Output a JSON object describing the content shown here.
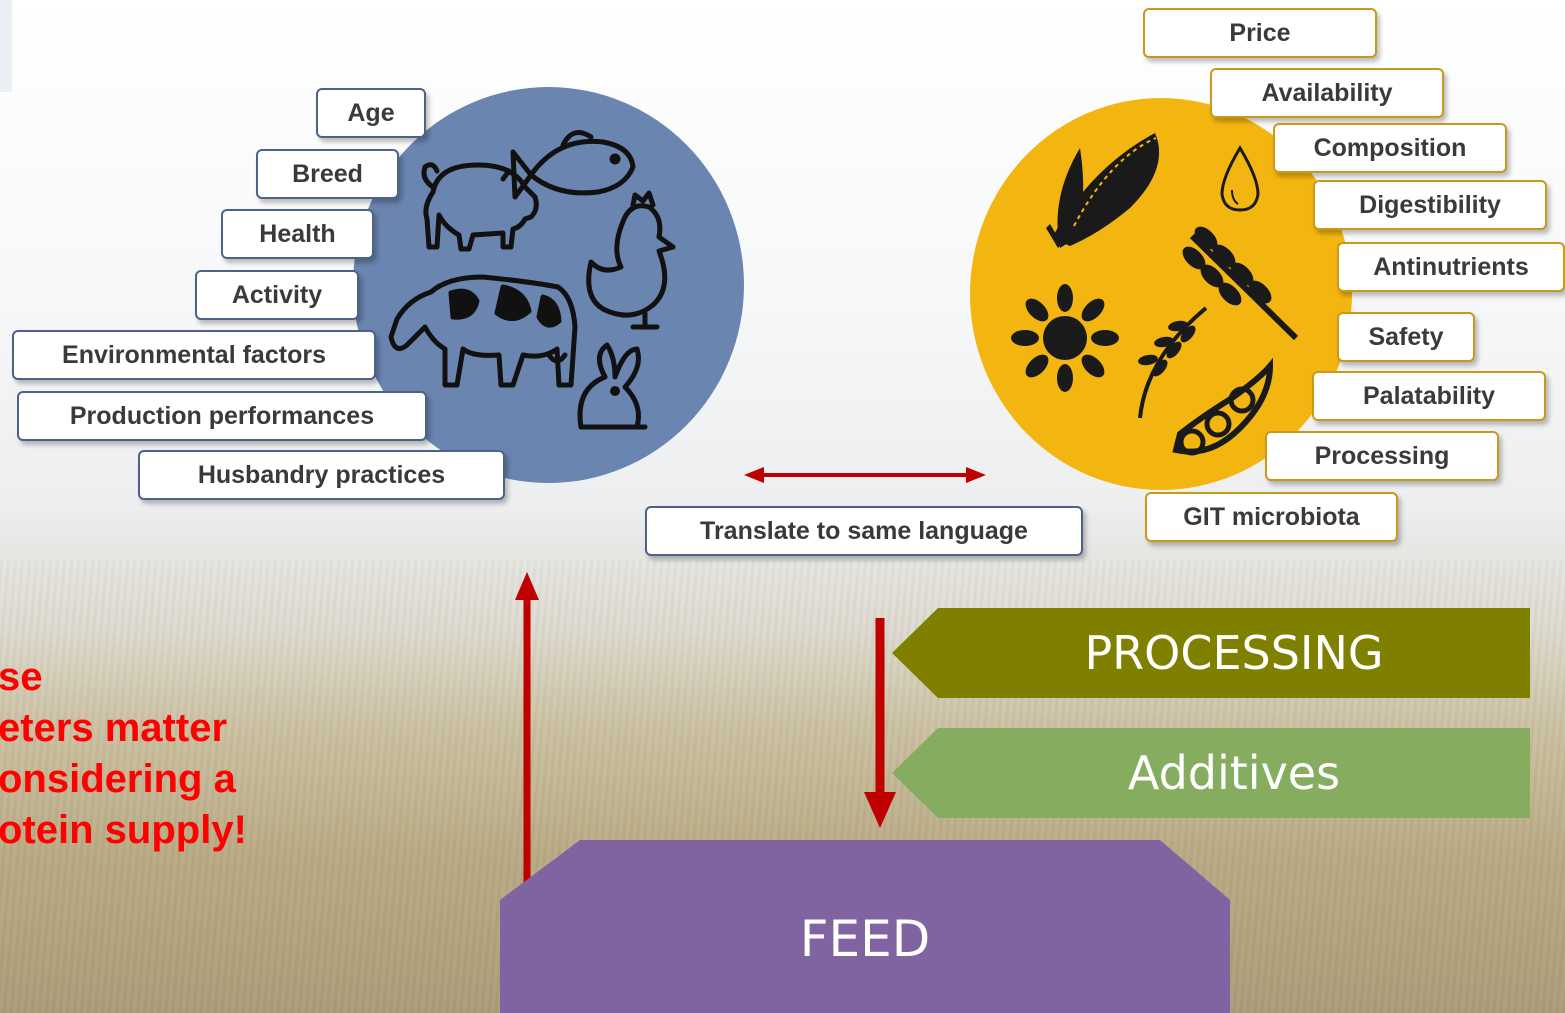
{
  "animal_factors": [
    "Age",
    "Breed",
    "Health",
    "Activity",
    "Environmental factors",
    "Production performances",
    "Husbandry practices"
  ],
  "feed_factors": [
    "Price",
    "Availability",
    "Composition",
    "Digestibility",
    "Antinutrients",
    "Safety",
    "Palatability",
    "Processing",
    "GIT microbiota"
  ],
  "center_label": "Translate to same language",
  "processing_label": "PROCESSING",
  "additives_label": "Additives",
  "feed_label": "FEED",
  "side_text": [
    "se",
    "eters matter",
    "onsidering a",
    "otein supply!"
  ],
  "colors": {
    "animal_circle": "#6a85b0",
    "crop_circle": "#f3b50f",
    "processing": "#808000",
    "additives": "#86ad5f",
    "feed": "#8064a2",
    "arrow": "#c00000",
    "highlight_text": "#ff0000"
  },
  "icons": [
    "fish-icon",
    "pig-icon",
    "hen-icon",
    "cow-icon",
    "rabbit-icon",
    "corn-icon",
    "droplet-icon",
    "wheat-icon",
    "sunflower-icon",
    "wheat-sprig-icon",
    "soybean-pod-icon"
  ]
}
